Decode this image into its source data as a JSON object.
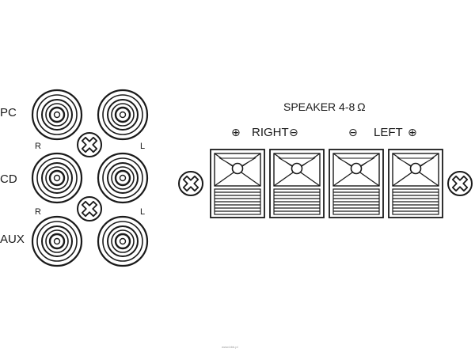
{
  "inputs": {
    "rows": [
      {
        "name": "PC",
        "show_rl": true
      },
      {
        "name": "CD",
        "show_rl": true
      },
      {
        "name": "AUX",
        "show_rl": false
      }
    ],
    "right_label": "R",
    "left_label": "L"
  },
  "speaker": {
    "title": "SPEAKER 4-8 Ω",
    "right_label": "RIGHT",
    "left_label": "LEFT",
    "polarity_symbols": [
      "⊕",
      "⊖",
      "⊖",
      "⊕"
    ]
  },
  "watermark": "www.bbb.pl",
  "colors": {
    "line": "#1a1a1a",
    "background": "#ffffff"
  }
}
